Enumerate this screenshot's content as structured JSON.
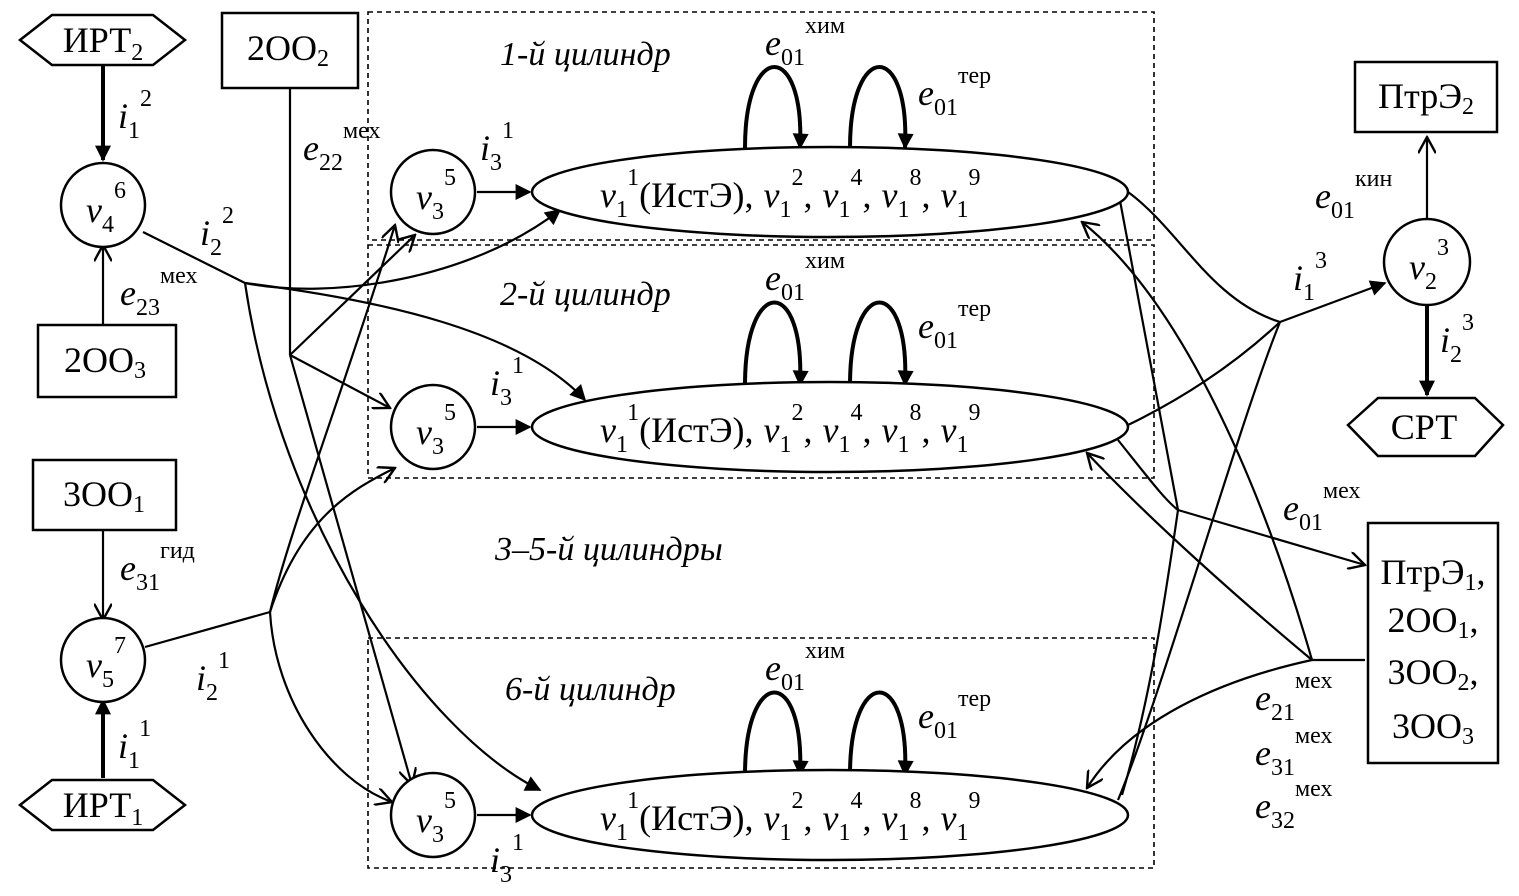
{
  "sources": {
    "irt2": {
      "base": "ИРТ",
      "sub": "2"
    },
    "irt1": {
      "base": "ИРТ",
      "sub": "1"
    },
    "srt": "СРТ"
  },
  "boxes": {
    "oo22": {
      "base": "2ОО",
      "sub": "2"
    },
    "oo23": {
      "base": "2ОО",
      "sub": "3"
    },
    "oo31": {
      "base": "3ОО",
      "sub": "1"
    },
    "ptre2": {
      "base": "ПтрЭ",
      "sub": "2"
    },
    "group": [
      {
        "base": "ПтрЭ",
        "sub": "1",
        "suffix": ","
      },
      {
        "base": "2ОО",
        "sub": "1",
        "suffix": ","
      },
      {
        "base": "3ОО",
        "sub": "2",
        "suffix": ","
      },
      {
        "base": "3ОО",
        "sub": "3",
        "suffix": ""
      }
    ]
  },
  "nodes": {
    "v4": {
      "base": "v",
      "sub": "4",
      "sup": "6"
    },
    "v5": {
      "base": "v",
      "sub": "5",
      "sup": "7"
    },
    "v3": {
      "base": "v",
      "sub": "3",
      "sup": "5"
    },
    "v2": {
      "base": "v",
      "sub": "2",
      "sup": "3"
    }
  },
  "cylinder_label": {
    "v": "v",
    "one": "1",
    "ist": "(ИстЭ),",
    "s2": "2",
    "s4": "4",
    "s8": "8",
    "s9": "9",
    "comma": ","
  },
  "captions": {
    "cyl1": "1-й цилиндр",
    "cyl2": "2-й цилиндр",
    "cyl35": "3–5-й цилиндры",
    "cyl6": "6-й цилиндр"
  },
  "energy": {
    "e": "e",
    "s01": "01",
    "s21": "21",
    "s22": "22",
    "s23": "23",
    "s31": "31",
    "s32": "32",
    "him": "хим",
    "ter": "тер",
    "meh": "мех",
    "kin": "кин",
    "gid": "гид"
  },
  "flows": {
    "i": "i",
    "s1": "1",
    "s2": "2",
    "s3": "3",
    "p1": "1",
    "p2": "2",
    "p3": "3"
  }
}
